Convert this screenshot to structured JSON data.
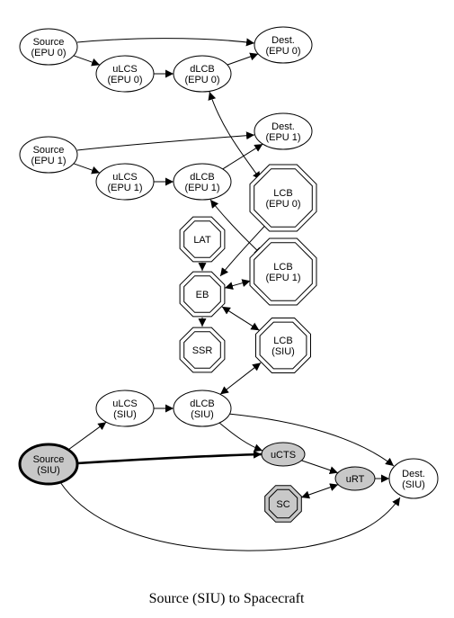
{
  "caption": "Source (SIU) to Spacecraft",
  "colors": {
    "line": "#000000",
    "node_fill": "#ffffff",
    "highlight_fill": "#c8c8c8"
  },
  "nodes": {
    "src_epu0": {
      "lines": [
        "Source",
        "(EPU 0)"
      ]
    },
    "ulcs_epu0": {
      "lines": [
        "uLCS",
        "(EPU 0)"
      ]
    },
    "dlcb_epu0": {
      "lines": [
        "dLCB",
        "(EPU 0)"
      ]
    },
    "dest_epu0": {
      "lines": [
        "Dest.",
        "(EPU 0)"
      ]
    },
    "src_epu1": {
      "lines": [
        "Source",
        "(EPU 1)"
      ]
    },
    "ulcs_epu1": {
      "lines": [
        "uLCS",
        "(EPU 1)"
      ]
    },
    "dlcb_epu1": {
      "lines": [
        "dLCB",
        "(EPU 1)"
      ]
    },
    "dest_epu1": {
      "lines": [
        "Dest.",
        "(EPU 1)"
      ]
    },
    "lcb_epu0": {
      "lines": [
        "LCB",
        "(EPU 0)"
      ]
    },
    "lat": {
      "lines": [
        "LAT"
      ]
    },
    "lcb_epu1": {
      "lines": [
        "LCB",
        "(EPU 1)"
      ]
    },
    "eb": {
      "lines": [
        "EB"
      ]
    },
    "ssr": {
      "lines": [
        "SSR"
      ]
    },
    "lcb_siu": {
      "lines": [
        "LCB",
        "(SIU)"
      ]
    },
    "ulcs_siu": {
      "lines": [
        "uLCS",
        "(SIU)"
      ]
    },
    "dlcb_siu": {
      "lines": [
        "dLCB",
        "(SIU)"
      ]
    },
    "src_siu": {
      "lines": [
        "Source",
        "(SIU)"
      ]
    },
    "ucts": {
      "lines": [
        "uCTS"
      ]
    },
    "urt": {
      "lines": [
        "uRT"
      ]
    },
    "sc": {
      "lines": [
        "SC"
      ]
    },
    "dest_siu": {
      "lines": [
        "Dest.",
        "(SIU)"
      ]
    }
  },
  "edges": [
    {
      "from": "src_epu0",
      "to": "dest_epu0",
      "dir": "forward"
    },
    {
      "from": "src_epu0",
      "to": "ulcs_epu0",
      "dir": "forward"
    },
    {
      "from": "ulcs_epu0",
      "to": "dlcb_epu0",
      "dir": "forward"
    },
    {
      "from": "dlcb_epu0",
      "to": "dest_epu0",
      "dir": "forward"
    },
    {
      "from": "dlcb_epu0",
      "to": "lcb_epu0",
      "dir": "both"
    },
    {
      "from": "src_epu1",
      "to": "dest_epu1",
      "dir": "forward"
    },
    {
      "from": "src_epu1",
      "to": "ulcs_epu1",
      "dir": "forward"
    },
    {
      "from": "ulcs_epu1",
      "to": "dlcb_epu1",
      "dir": "forward"
    },
    {
      "from": "dlcb_epu1",
      "to": "dest_epu1",
      "dir": "forward"
    },
    {
      "from": "dlcb_epu1",
      "to": "lcb_epu1",
      "dir": "both"
    },
    {
      "from": "lat",
      "to": "eb",
      "dir": "forward"
    },
    {
      "from": "eb",
      "to": "lcb_epu0",
      "dir": "both"
    },
    {
      "from": "eb",
      "to": "lcb_epu1",
      "dir": "both"
    },
    {
      "from": "eb",
      "to": "lcb_siu",
      "dir": "both"
    },
    {
      "from": "eb",
      "to": "ssr",
      "dir": "forward"
    },
    {
      "from": "dlcb_siu",
      "to": "lcb_siu",
      "dir": "both"
    },
    {
      "from": "src_siu",
      "to": "ulcs_siu",
      "dir": "forward"
    },
    {
      "from": "ulcs_siu",
      "to": "dlcb_siu",
      "dir": "forward"
    },
    {
      "from": "dlcb_siu",
      "to": "ucts",
      "dir": "forward"
    },
    {
      "from": "dlcb_siu",
      "to": "dest_siu",
      "dir": "forward"
    },
    {
      "from": "src_siu",
      "to": "ucts",
      "dir": "forward",
      "bold": true
    },
    {
      "from": "ucts",
      "to": "urt",
      "dir": "forward"
    },
    {
      "from": "urt",
      "to": "dest_siu",
      "dir": "forward"
    },
    {
      "from": "sc",
      "to": "urt",
      "dir": "both"
    },
    {
      "from": "src_siu",
      "to": "dest_siu",
      "dir": "forward"
    }
  ]
}
